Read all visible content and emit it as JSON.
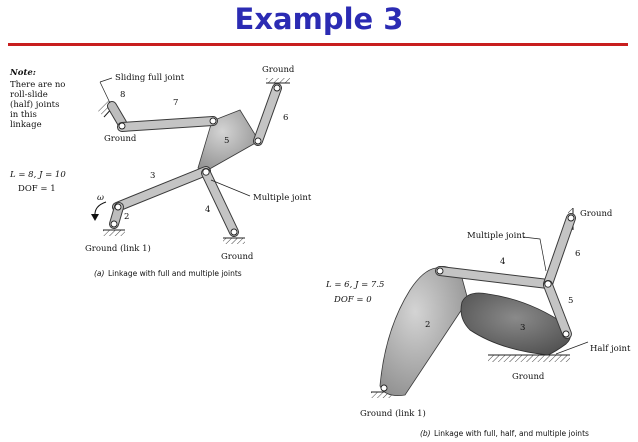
{
  "slide": {
    "title": "Example 3"
  },
  "note": {
    "heading": "Note:",
    "lines": [
      "There are no",
      "roll-slide",
      "(half) joints",
      "in this",
      "linkage"
    ]
  },
  "fig_a": {
    "eq_line1": "L = 8,   J = 10",
    "eq_line2": "DOF = 1",
    "label_sliding": "Sliding full joint",
    "label_ground_top": "Ground",
    "label_ground_left": "Ground",
    "label_multiple": "Multiple joint",
    "label_ground_link1": "Ground  (link 1)",
    "label_ground_bottom": "Ground",
    "omega": "ω",
    "links": {
      "l2": "2",
      "l3": "3",
      "l4": "4",
      "l5": "5",
      "l6": "6",
      "l7": "7",
      "l8": "8"
    },
    "caption_letter": "(a)",
    "caption_text": "Linkage with full and multiple joints"
  },
  "fig_b": {
    "eq_line1": "L = 6,   J = 7.5",
    "eq_line2": "DOF = 0",
    "label_ground_top": "Ground",
    "label_multiple": "Multiple joint",
    "label_half": "Half joint",
    "label_ground_mid": "Ground",
    "label_ground_link1": "Ground  (link 1)",
    "links": {
      "l2": "2",
      "l3": "3",
      "l4": "4",
      "l5": "5",
      "l6": "6"
    },
    "caption_letter": "(b)",
    "caption_text": "Linkage with full, half, and multiple joints"
  },
  "colors": {
    "title": "#2b2bb3",
    "rule": "#c81e1e",
    "link_fill": "#b9b9b9",
    "link_stroke": "#3a3a3a"
  }
}
